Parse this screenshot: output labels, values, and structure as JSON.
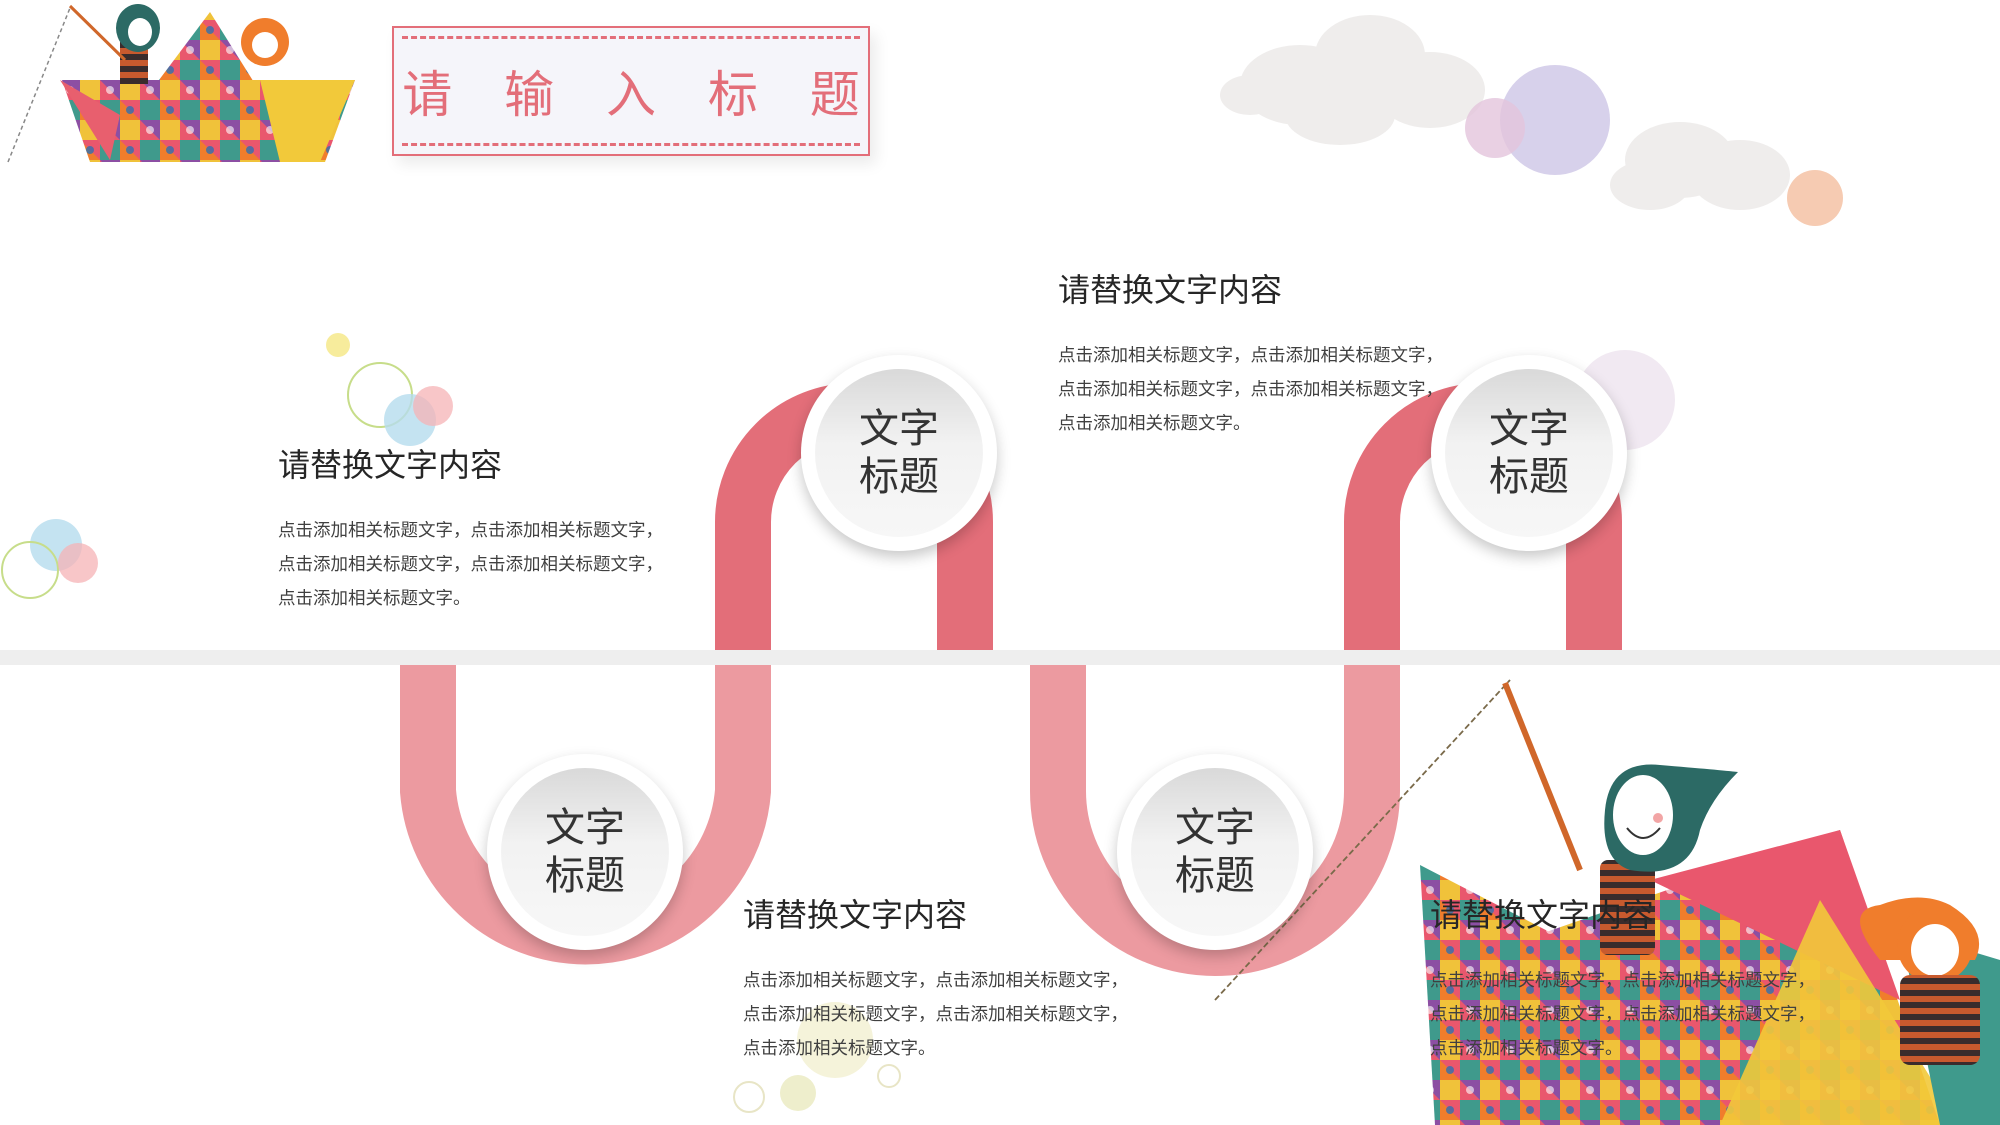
{
  "title": "请 输 入 标 题",
  "nodes": [
    {
      "line1": "文字",
      "line2": "标题"
    },
    {
      "line1": "文字",
      "line2": "标题"
    },
    {
      "line1": "文字",
      "line2": "标题"
    },
    {
      "line1": "文字",
      "line2": "标题"
    }
  ],
  "blocks": [
    {
      "heading": "请替换文字内容",
      "lines": [
        "点击添加相关标题文字，点击添加相关标题文字，",
        "点击添加相关标题文字，点击添加相关标题文字，",
        "点击添加相关标题文字。"
      ]
    },
    {
      "heading": "请替换文字内容",
      "lines": [
        "点击添加相关标题文字，点击添加相关标题文字，",
        "点击添加相关标题文字，点击添加相关标题文字，",
        "点击添加相关标题文字。"
      ]
    },
    {
      "heading": "请替换文字内容",
      "lines": [
        "点击添加相关标题文字，点击添加相关标题文字，",
        "点击添加相关标题文字，点击添加相关标题文字，",
        "点击添加相关标题文字。"
      ]
    },
    {
      "heading": "请替换文字内容",
      "lines": [
        "点击添加相关标题文字，点击添加相关标题文字，",
        "点击添加相关标题文字，点击添加相关标题文字，",
        "点击添加相关标题文字。"
      ]
    }
  ],
  "colors": {
    "accent": "#e36e79",
    "track_light": "#ec9aa0",
    "divider": "#eeeeee"
  },
  "icons": [
    "paper-boat-illustration",
    "cloud-decoration",
    "bubble-decoration"
  ]
}
